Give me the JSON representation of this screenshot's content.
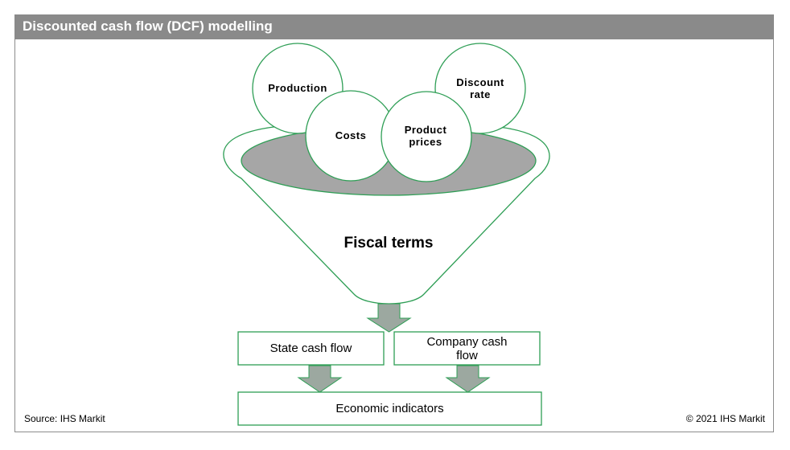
{
  "title": "Discounted cash flow (DCF) modelling",
  "inputs": {
    "production": "Production",
    "costs": "Costs",
    "product_prices_line1": "Product",
    "product_prices_line2": "prices",
    "discount_rate_line1": "Discount",
    "discount_rate_line2": "rate"
  },
  "funnel_label": "Fiscal terms",
  "outputs": {
    "state_cash_flow": "State cash flow",
    "company_cash_flow_line1": "Company cash",
    "company_cash_flow_line2": "flow",
    "economic_indicators": "Economic indicators"
  },
  "footer": {
    "source": "Source: IHS Markit",
    "copyright": "© 2021 IHS Markit"
  },
  "colors": {
    "title_bar": "#8a8a8a",
    "outline_green": "#2e9e55",
    "funnel_top_fill": "#a6a6a6",
    "arrow_fill": "#9ca8a0"
  }
}
